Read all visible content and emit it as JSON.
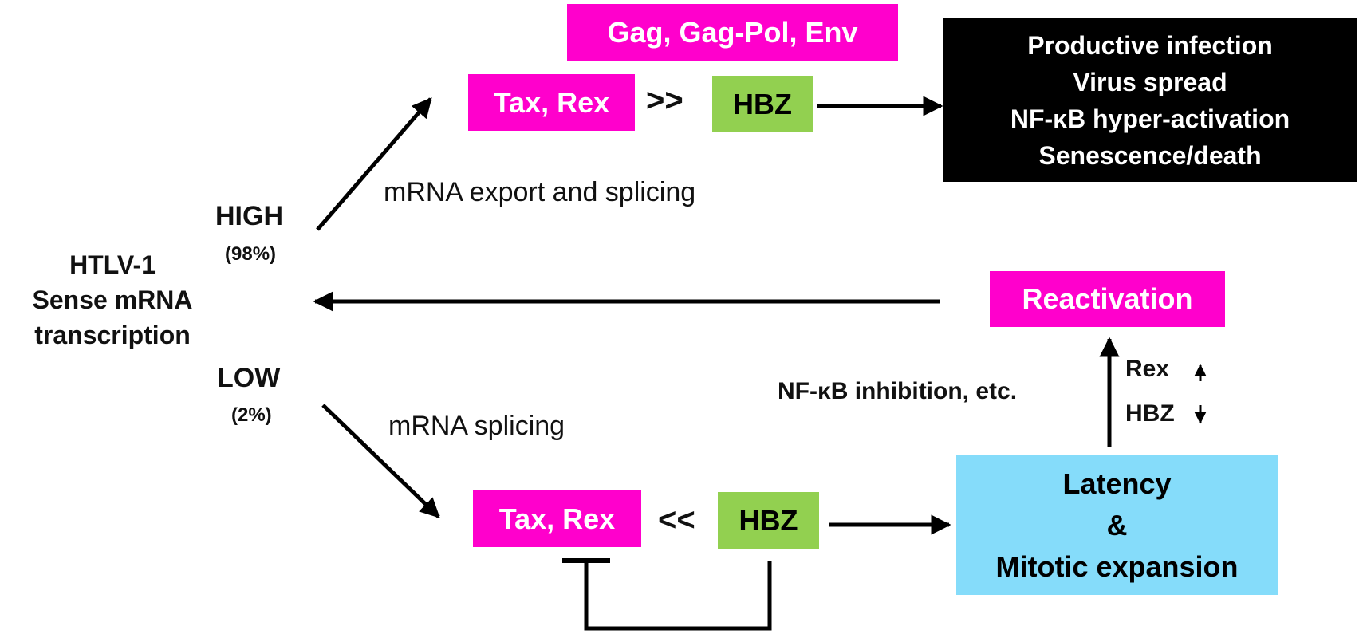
{
  "source": {
    "line1": "HTLV-1",
    "line2": "Sense mRNA",
    "line3": "transcription"
  },
  "high": {
    "label": "HIGH",
    "percent": "(98%)"
  },
  "low": {
    "label": "LOW",
    "percent": "(2%)"
  },
  "high_path": {
    "structural": "Gag, Gag-Pol, Env",
    "tax_rex": "Tax, Rex",
    "relation": ">>",
    "hbz": "HBZ",
    "process": "mRNA export and splicing",
    "outcome": [
      "Productive infection",
      "Virus spread",
      "NF-κB hyper-activation",
      "Senescence/death"
    ]
  },
  "low_path": {
    "process": "mRNA splicing",
    "tax_rex": "Tax, Rex",
    "relation": "<<",
    "hbz": "HBZ",
    "outcome": [
      "Latency",
      "&",
      "Mitotic expansion"
    ]
  },
  "reactivation": {
    "label": "Reactivation",
    "cause": "NF-κB inhibition, etc.",
    "rex": "Rex",
    "hbz": "HBZ"
  },
  "colors": {
    "magenta": "#ff00cc",
    "green": "#92d050",
    "black": "#000000",
    "cyan": "#85dcfa"
  }
}
